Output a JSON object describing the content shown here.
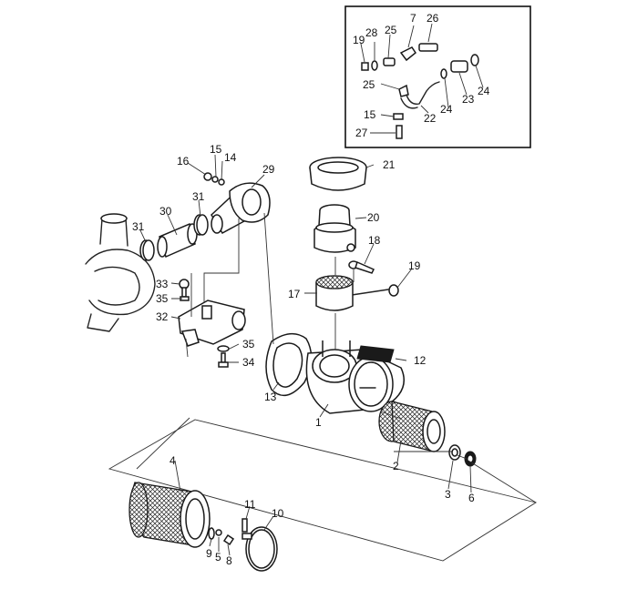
{
  "inset_labels": [
    "19",
    "28",
    "25",
    "7",
    "26",
    "25",
    "24",
    "23",
    "24",
    "22",
    "15",
    "27"
  ],
  "main_labels": [
    "21",
    "20",
    "18",
    "19",
    "17",
    "12",
    "1",
    "2",
    "3",
    "6",
    "16",
    "15",
    "14",
    "29",
    "30",
    "31",
    "31",
    "33",
    "35",
    "32",
    "35",
    "34",
    "13",
    "4",
    "11",
    "10",
    "9",
    "5",
    "8"
  ]
}
